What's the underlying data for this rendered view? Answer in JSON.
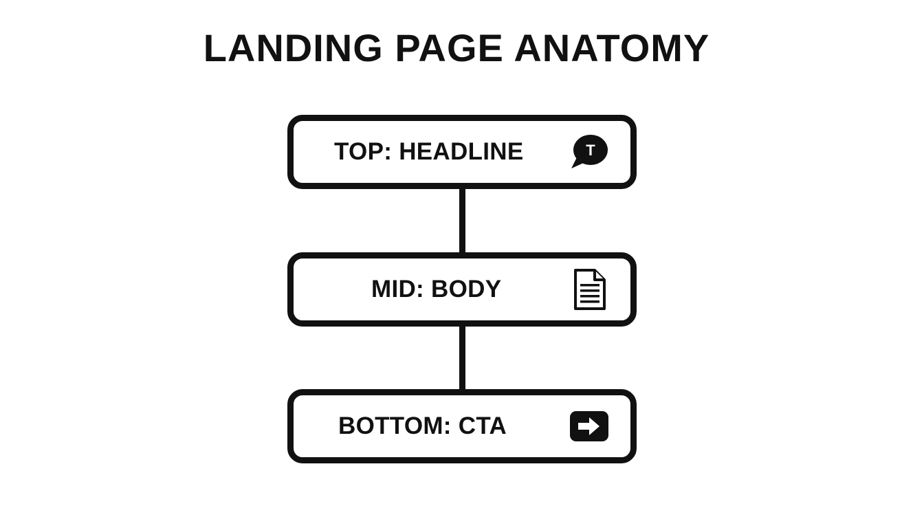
{
  "title": "LANDING PAGE ANATOMY",
  "stages": [
    {
      "label": "TOP: HEADLINE",
      "icon": "speech-bubble-t-icon",
      "icon_glyph": "T"
    },
    {
      "label": "MID: BODY",
      "icon": "document-icon"
    },
    {
      "label": "BOTTOM: CTA",
      "icon": "arrow-right-icon"
    }
  ],
  "colors": {
    "background": "#ffffff",
    "ink": "#111111"
  }
}
